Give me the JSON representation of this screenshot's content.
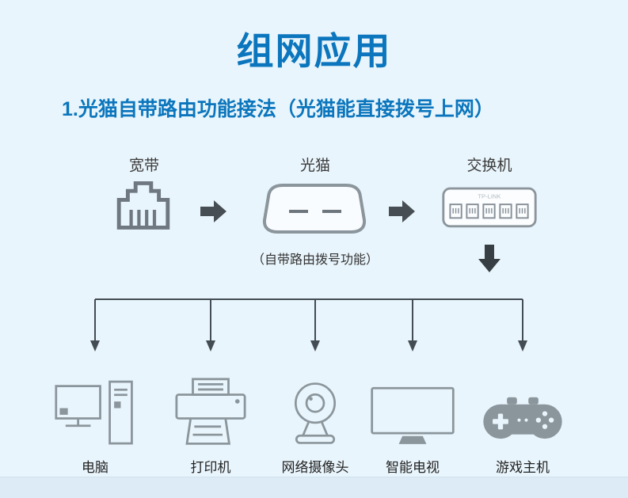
{
  "page": {
    "title": "组网应用",
    "subtitle": "1.光猫自带路由功能接法（光猫能直接拨号上网）"
  },
  "flow": {
    "nodes": [
      {
        "label": "宽带",
        "icon": "rj45-port-icon"
      },
      {
        "label": "光猫",
        "icon": "modem-icon",
        "caption": "（自带路由拨号功能）"
      },
      {
        "label": "交换机",
        "icon": "switch-icon",
        "brand": "TP-LINK"
      }
    ]
  },
  "devices": [
    {
      "label": "电脑",
      "icon": "desktop-computer-icon"
    },
    {
      "label": "打印机",
      "icon": "printer-icon"
    },
    {
      "label": "网络摄像头",
      "icon": "webcam-icon"
    },
    {
      "label": "智能电视",
      "icon": "smart-tv-icon"
    },
    {
      "label": "游戏主机",
      "icon": "game-console-icon"
    }
  ],
  "colors": {
    "background": "#e9f5fc",
    "accent_blue": "#0b76bd",
    "icon_gray": "#8b959c",
    "dark_icon_gray": "#6f7880",
    "arrow_gray": "#474f55",
    "line": "#434c52",
    "text_dark": "#333333",
    "footer_strip": "#dcebf5"
  }
}
